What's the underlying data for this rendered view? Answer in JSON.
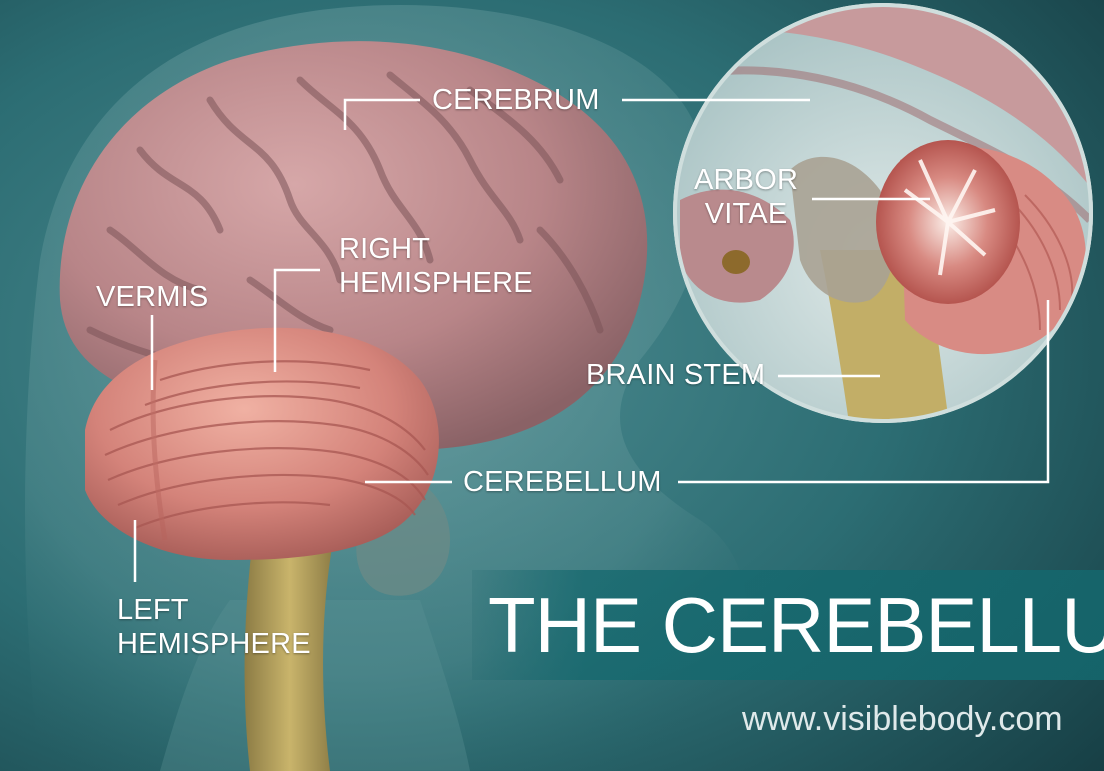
{
  "title": "THE CEREBELLUM",
  "website": "www.visiblebody.com",
  "labels": {
    "cerebrum": "CEREBRUM",
    "arbor_vitae": [
      "ARBOR",
      "VITAE"
    ],
    "right_hemisphere": [
      "RIGHT",
      "HEMISPHERE"
    ],
    "vermis": "VERMIS",
    "brain_stem": "BRAIN STEM",
    "cerebellum": "CEREBELLUM",
    "left_hemisphere": [
      "LEFT",
      "HEMISPHERE"
    ]
  },
  "colors": {
    "background": "#1f5a60",
    "cerebrum": "#b88588",
    "cerebellum": "#d4837a",
    "brain_stem": "#b9a35f",
    "banner": "#14686e",
    "label_text": "#ffffff"
  }
}
